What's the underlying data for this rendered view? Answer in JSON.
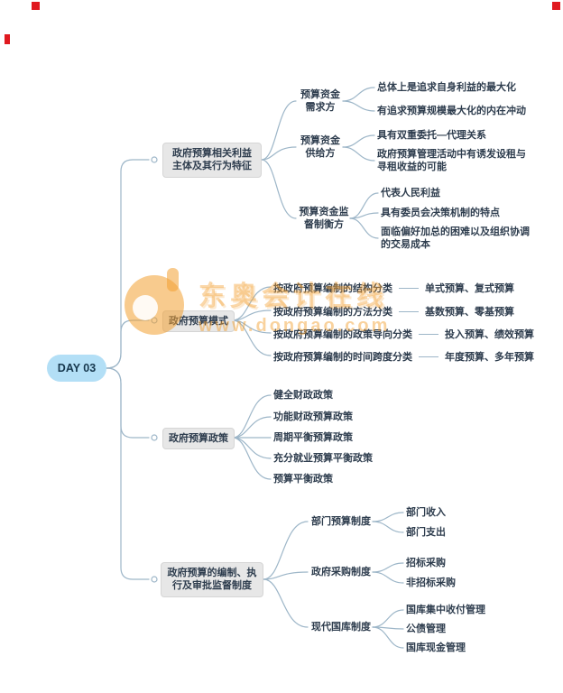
{
  "root": {
    "label": "DAY 03"
  },
  "branches": [
    {
      "label": "政府预算相关利益主体及其行为特征",
      "children": [
        {
          "label": "预算资金需求方",
          "leaves": [
            "总体上是追求自身利益的最大化",
            "有追求预算规模最大化的内在冲动"
          ]
        },
        {
          "label": "预算资金供给方",
          "leaves": [
            "具有双重委托—代理关系",
            "政府预算管理活动中有诱发设租与寻租收益的可能"
          ]
        },
        {
          "label": "预算资金监督制衡方",
          "leaves": [
            "代表人民利益",
            "具有委员会决策机制的特点",
            "面临偏好加总的困难以及组织协调的交易成本"
          ]
        }
      ]
    },
    {
      "label": "政府预算模式",
      "children": [
        {
          "label": "按政府预算编制的结构分类",
          "leaves": [
            "单式预算、复式预算"
          ]
        },
        {
          "label": "按政府预算编制的方法分类",
          "leaves": [
            "基数预算、零基预算"
          ]
        },
        {
          "label": "按政府预算编制的政策导向分类",
          "leaves": [
            "投入预算、绩效预算"
          ]
        },
        {
          "label": "按政府预算编制的时间跨度分类",
          "leaves": [
            "年度预算、多年预算"
          ]
        }
      ]
    },
    {
      "label": "政府预算政策",
      "children": [
        {
          "label": "健全财政政策"
        },
        {
          "label": "功能财政预算政策"
        },
        {
          "label": "周期平衡预算政策"
        },
        {
          "label": "充分就业预算平衡政策"
        },
        {
          "label": "预算平衡政策"
        }
      ]
    },
    {
      "label": "政府预算的编制、执行及审批监督制度",
      "children": [
        {
          "label": "部门预算制度",
          "leaves": [
            "部门收入",
            "部门支出"
          ]
        },
        {
          "label": "政府采购制度",
          "leaves": [
            "招标采购",
            "非招标采购"
          ]
        },
        {
          "label": "现代国库制度",
          "leaves": [
            "国库集中收付管理",
            "公债管理",
            "国库现金管理"
          ]
        }
      ]
    }
  ],
  "watermark": {
    "brand": "东奥会计在线",
    "url": "www.dongao.com"
  },
  "colors": {
    "line": "#9db6c8",
    "root_bg": "#b3dff6",
    "topic_box_bg": "#e7e7e7",
    "text": "#2e3d4e",
    "watermark_orange": "#f2a032",
    "crop_mark_red": "#e0191f"
  }
}
